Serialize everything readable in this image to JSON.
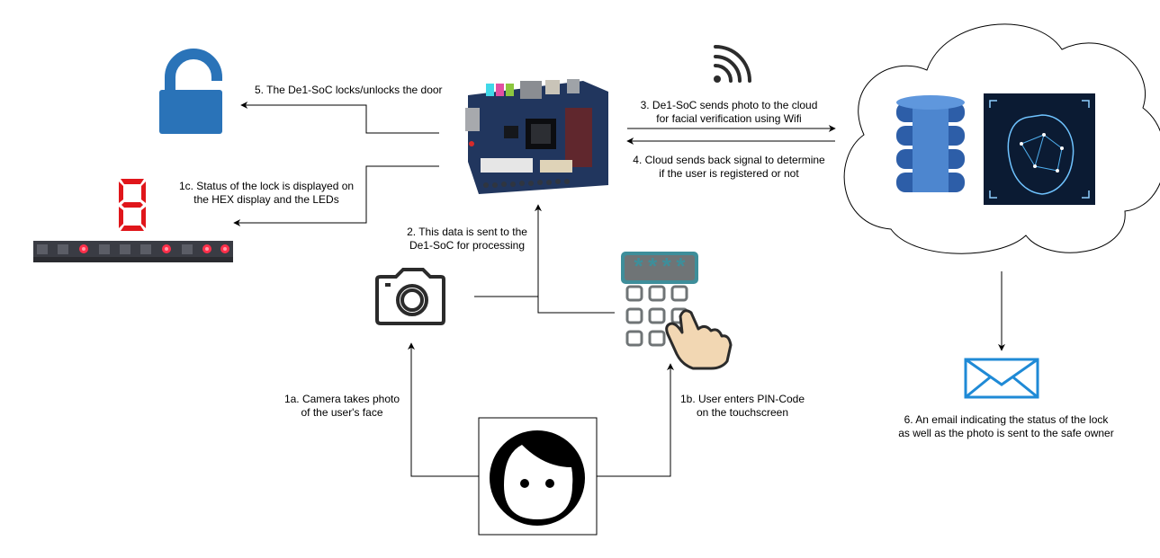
{
  "steps": {
    "s1a": {
      "line1": "1a. Camera takes photo",
      "line2": "of the user's face"
    },
    "s1b": {
      "line1": "1b. User enters PIN-Code",
      "line2": "on the touchscreen"
    },
    "s1c": {
      "line1": "1c. Status of the lock is displayed on",
      "line2": "the HEX display and the LEDs"
    },
    "s2": {
      "line1": "2. This data is sent to the",
      "line2": "De1-SoC for processing"
    },
    "s3": {
      "line1": "3. De1-SoC sends photo to the cloud",
      "line2": "for facial verification using Wifi"
    },
    "s4": {
      "line1": "4. Cloud sends back signal to determine",
      "line2": "if the user is registered or not"
    },
    "s5": {
      "line1": "5. The De1-SoC locks/unlocks the door"
    },
    "s6": {
      "line1": "6. An email indicating the status of the lock",
      "line2": "as well as the photo is sent to the safe owner"
    }
  },
  "keypad": {
    "display": "****"
  },
  "seven_segment": {
    "digit": "8"
  },
  "colors": {
    "lock_blue": "#2a73b8",
    "segment_red": "#e0161b",
    "keypad_teal": "#3e8e9a",
    "keypad_grey": "#6f7476",
    "envelope_blue": "#1f8ad6",
    "board_blue": "#21365e",
    "dynamo_blue": "#2d5ea8",
    "face_bg": "#0b1b33"
  },
  "icons": [
    "lock-icon",
    "seven-segment-icon",
    "led-strip-icon",
    "de1-soc-board-icon",
    "wifi-icon",
    "cloud-icon",
    "database-icon",
    "face-recognition-icon",
    "camera-icon",
    "keypad-icon",
    "hand-icon",
    "user-face-icon",
    "email-icon"
  ]
}
